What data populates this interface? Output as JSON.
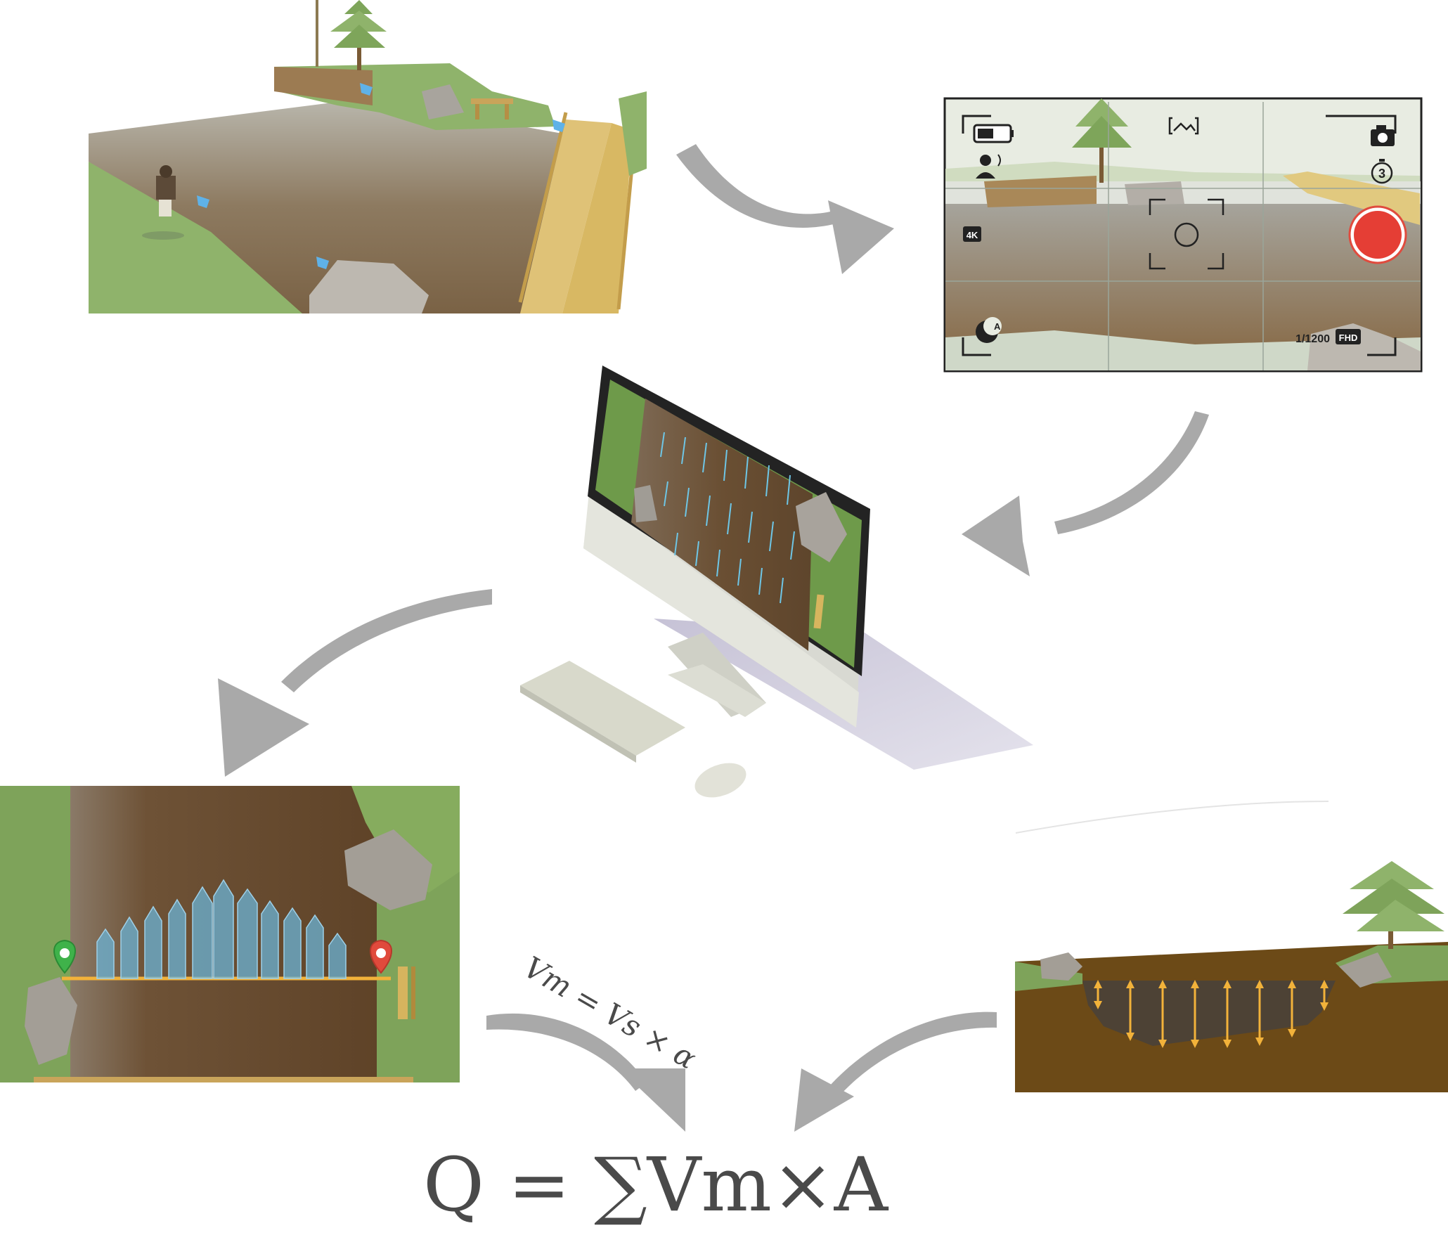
{
  "camera_hud": {
    "resolution_badge": "4K",
    "shutter_speed": "1/1200",
    "video_quality_badge": "FHD",
    "timer_value": "3",
    "exposure_mode": "A",
    "record_color": "#e53e35"
  },
  "formulas": {
    "velocity_relation": "Vm = Vs × α",
    "discharge": "Q = ∑Vm×A"
  },
  "colors": {
    "arrow": "#a9a9a9",
    "grass": "#8fb36b",
    "water": "#6d5234",
    "velocity_vector": "#6ec6e6",
    "profile_bar": "#6bb3d6",
    "depth_arrow": "#f2b23a",
    "start_marker": "#3fb24a",
    "end_marker": "#e04a3c"
  },
  "icons": [
    "battery-icon",
    "landscape-mode-icon",
    "camera-icon",
    "face-detect-icon",
    "timer-icon",
    "night-mode-icon",
    "record-button",
    "focus-reticle-icon",
    "survey-pin-icon",
    "location-pin-icon"
  ]
}
